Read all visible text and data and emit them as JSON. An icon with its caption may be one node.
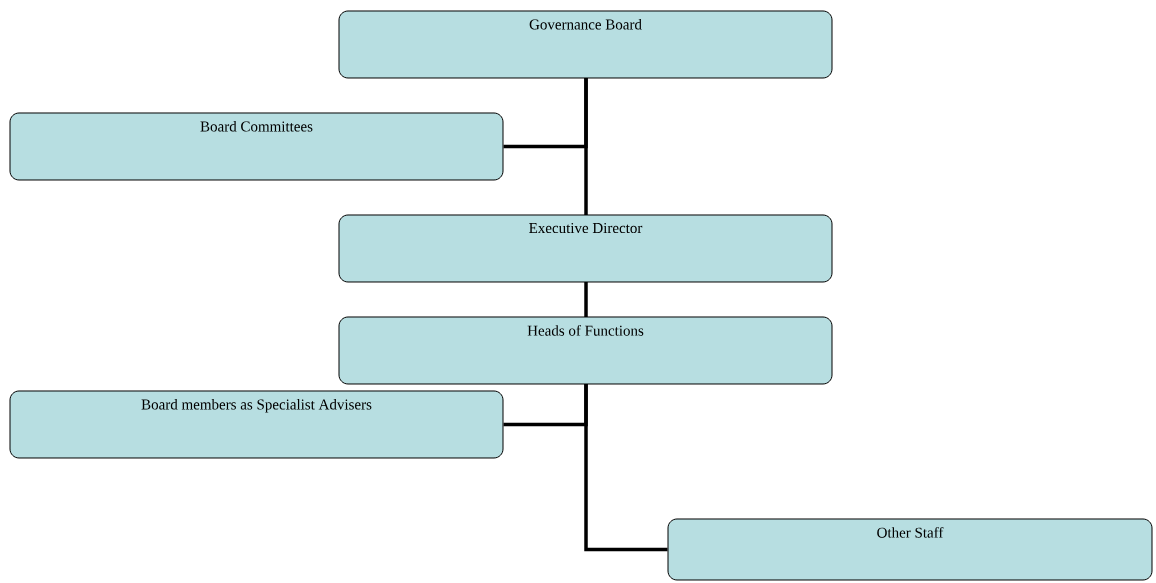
{
  "diagram": {
    "nodes": [
      {
        "text": [
          "Governance Board"
        ]
      },
      {
        "text": [
          "Board Committees"
        ]
      },
      {
        "text": [
          "Executive Director"
        ]
      },
      {
        "text": [
          "Heads of Functions"
        ]
      },
      {
        "text": [
          "Board members as Specialist Advisers"
        ]
      },
      {
        "text": [
          "Other Staff"
        ]
      }
    ],
    "edges": [
      {
        "from": 0,
        "to": 1,
        "arrow": "none"
      },
      {
        "from": 0,
        "to": 2,
        "arrow": "none"
      },
      {
        "from": 2,
        "to": 3,
        "arrow": "none"
      },
      {
        "from": 3,
        "to": 4,
        "arrow": "none"
      },
      {
        "from": 3,
        "to": 5,
        "arrow": "none"
      }
    ]
  }
}
